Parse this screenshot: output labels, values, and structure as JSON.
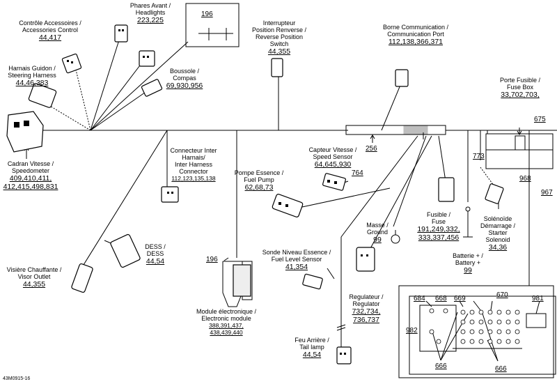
{
  "labels": {
    "accessories": {
      "lines": [
        "Contrôle Accessoires /",
        "Accessories Control"
      ],
      "refs": [
        "44,417"
      ]
    },
    "headlights": {
      "lines": [
        "Phares Avant /",
        "Headlights"
      ],
      "refs": [
        "223,225"
      ]
    },
    "reverse_switch": {
      "lines": [
        "Interrupteur",
        "Position Renverse /",
        "Reverse Position",
        "Switch"
      ],
      "refs": [
        "44,355"
      ]
    },
    "comm_port": {
      "lines": [
        "Borne Communication /",
        "Communication Port"
      ],
      "refs": [
        "112,138,366,371"
      ]
    },
    "steering": {
      "lines": [
        "Harnais Guidon /",
        "Steering Harness"
      ],
      "refs": [
        "44,46,383"
      ]
    },
    "compass": {
      "lines": [
        "Boussole /",
        "Compas"
      ],
      "refs": [
        "69,930,956"
      ]
    },
    "fuse_box": {
      "lines": [
        "Porte Fusible /",
        "Fuse Box"
      ],
      "refs": [
        "33,702,703,"
      ]
    },
    "speedometer": {
      "lines": [
        "Cadran Vitesse /",
        "Speedometer"
      ],
      "refs": [
        "409,410,411,",
        "412,415,498,831"
      ]
    },
    "inter_harness": {
      "lines": [
        "Connecteur Inter",
        "Harnais/",
        "Inter Harness",
        "Connector"
      ],
      "refs": [
        "112,123,135,138"
      ]
    },
    "speed_sensor": {
      "lines": [
        "Capteur Vitesse /",
        "Speed Sensor"
      ],
      "refs": [
        "64,645,930"
      ]
    },
    "fuel_pump": {
      "lines": [
        "Pompe Essence /",
        "Fuel Pump"
      ],
      "refs": [
        "62,68,73"
      ]
    },
    "dess": {
      "lines": [
        "DESS /",
        "DESS"
      ],
      "refs": [
        "44,54"
      ]
    },
    "fuse": {
      "lines": [
        "Fusible /",
        "Fuse"
      ],
      "refs": [
        "191,249,332,",
        "333,337,456"
      ]
    },
    "ground": {
      "lines": [
        "Masse /",
        "Ground"
      ],
      "refs": [
        "99"
      ]
    },
    "starter": {
      "lines": [
        "Solénoïde",
        "Démarrage /",
        "Starter",
        "Solenoid"
      ],
      "refs": [
        "34,36"
      ]
    },
    "fuel_level": {
      "lines": [
        "Sonde Niveau Essence /",
        "Fuel Level Sensor"
      ],
      "refs": [
        "41,354"
      ]
    },
    "visor": {
      "lines": [
        "Visière Chauffante /",
        "Visor Outlet"
      ],
      "refs": [
        "44,355"
      ]
    },
    "battery": {
      "lines": [
        "Batterie + /",
        "Battery +"
      ],
      "refs": [
        "99"
      ]
    },
    "ecm": {
      "lines": [
        "Module électronique /",
        "Electronic module"
      ],
      "refs": [
        "388,391,437,",
        "438,439,440"
      ]
    },
    "regulator": {
      "lines": [
        "Regulateur /",
        "Regulator"
      ],
      "refs": [
        "732,734,",
        "736,737"
      ]
    },
    "tail": {
      "lines": [
        "Feu Arrière /",
        "Tail lamp"
      ],
      "refs": [
        "44,54"
      ]
    }
  },
  "refs": {
    "r196_top": "196",
    "r196_mid": "196",
    "r256": "256",
    "r764": "764",
    "r675": "675",
    "r773": "773",
    "r968": "968",
    "r967": "967",
    "r684": "684",
    "r668": "668",
    "r669": "669",
    "r670": "670",
    "r981": "981",
    "r982": "982",
    "r666a": "666",
    "r666b": "666"
  },
  "figure_code": "43M0915-16"
}
